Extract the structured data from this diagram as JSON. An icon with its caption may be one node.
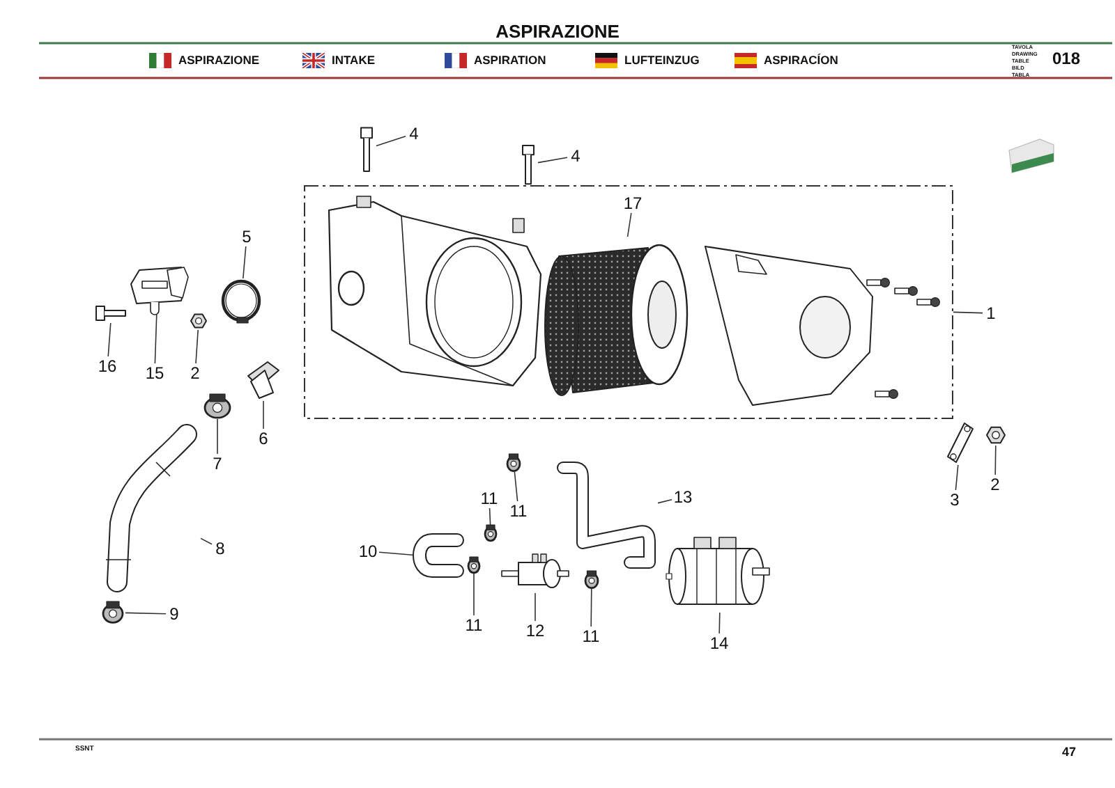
{
  "diagram": {
    "title": "ASPIRAZIONE",
    "nodes": [
      {
        "text": [],
        "shape": "box"
      },
      {
        "text": [
          "4"
        ]
      },
      {
        "text": [],
        "shape": "picture"
      },
      {
        "text": [
          "4"
        ]
      },
      {
        "text": [],
        "shape": "picture"
      },
      {
        "text": [
          "17"
        ],
        "in": 0
      },
      {
        "text": [],
        "shape": "picture",
        "in": 0
      },
      {
        "text": [
          "5"
        ]
      },
      {
        "text": [],
        "shape": "picture"
      },
      {
        "text": [
          "1"
        ]
      },
      {
        "text": [
          "16"
        ]
      },
      {
        "text": [],
        "shape": "picture"
      },
      {
        "text": [
          "15"
        ]
      },
      {
        "text": [],
        "shape": "picture"
      },
      {
        "text": [
          "2"
        ]
      },
      {
        "text": [],
        "shape": "picture"
      },
      {
        "text": [
          "6"
        ]
      },
      {
        "text": [],
        "shape": "picture"
      },
      {
        "text": [
          "7"
        ]
      },
      {
        "text": [],
        "shape": "picture"
      },
      {
        "text": [
          "2"
        ]
      },
      {
        "text": [],
        "shape": "picture"
      },
      {
        "text": [
          "3"
        ]
      },
      {
        "text": [],
        "shape": "picture"
      },
      {
        "text": [
          "11"
        ]
      },
      {
        "text": [],
        "shape": "picture"
      },
      {
        "text": [
          "13"
        ]
      },
      {
        "text": [],
        "shape": "picture"
      },
      {
        "text": [
          "11"
        ]
      },
      {
        "text": [],
        "shape": "picture"
      },
      {
        "text": [
          "10"
        ]
      },
      {
        "text": [],
        "shape": "picture"
      },
      {
        "text": [
          "8"
        ]
      },
      {
        "text": [],
        "shape": "picture"
      },
      {
        "text": [
          "9"
        ]
      },
      {
        "text": [],
        "shape": "picture"
      },
      {
        "text": [
          "11"
        ]
      },
      {
        "text": [],
        "shape": "picture"
      },
      {
        "text": [
          "12"
        ]
      },
      {
        "text": [],
        "shape": "picture"
      },
      {
        "text": [
          "11"
        ]
      },
      {
        "text": [],
        "shape": "picture"
      },
      {
        "text": [
          "14"
        ]
      },
      {
        "text": [],
        "shape": "picture"
      }
    ],
    "edges": [
      {
        "from": 1,
        "to": 2,
        "arrow": "none"
      },
      {
        "from": 3,
        "to": 4,
        "arrow": "none"
      },
      {
        "from": 5,
        "to": 6,
        "arrow": "none"
      },
      {
        "from": 7,
        "to": 8,
        "arrow": "none"
      },
      {
        "from": 9,
        "to": 0,
        "arrow": "none"
      },
      {
        "from": 10,
        "to": 11,
        "arrow": "none"
      },
      {
        "from": 12,
        "to": 13,
        "arrow": "none"
      },
      {
        "from": 14,
        "to": 15,
        "arrow": "none"
      },
      {
        "from": 16,
        "to": 17,
        "arrow": "none"
      },
      {
        "from": 18,
        "to": 19,
        "arrow": "none"
      },
      {
        "from": 20,
        "to": 21,
        "arrow": "none"
      },
      {
        "from": 22,
        "to": 23,
        "arrow": "none"
      },
      {
        "from": 24,
        "to": 25,
        "arrow": "none"
      },
      {
        "from": 26,
        "to": 27,
        "arrow": "none"
      },
      {
        "from": 28,
        "to": 29,
        "arrow": "none"
      },
      {
        "from": 30,
        "to": 31,
        "arrow": "none"
      },
      {
        "from": 32,
        "to": 33,
        "arrow": "none"
      },
      {
        "from": 34,
        "to": 35,
        "arrow": "none"
      },
      {
        "from": 36,
        "to": 37,
        "arrow": "none"
      },
      {
        "from": 38,
        "to": 39,
        "arrow": "none"
      },
      {
        "from": 40,
        "to": 41,
        "arrow": "none"
      },
      {
        "from": 42,
        "to": 43,
        "arrow": "none"
      }
    ],
    "labels": [
      "ASPIRAZIONE",
      "INTAKE",
      "ASPIRATION",
      "LUFTEINZUG",
      "ASPIRACÍON",
      "TAVOLA",
      "DRAWING",
      "TABLE",
      "BILD",
      "TABLA",
      "018",
      "SSNT",
      "47"
    ]
  }
}
